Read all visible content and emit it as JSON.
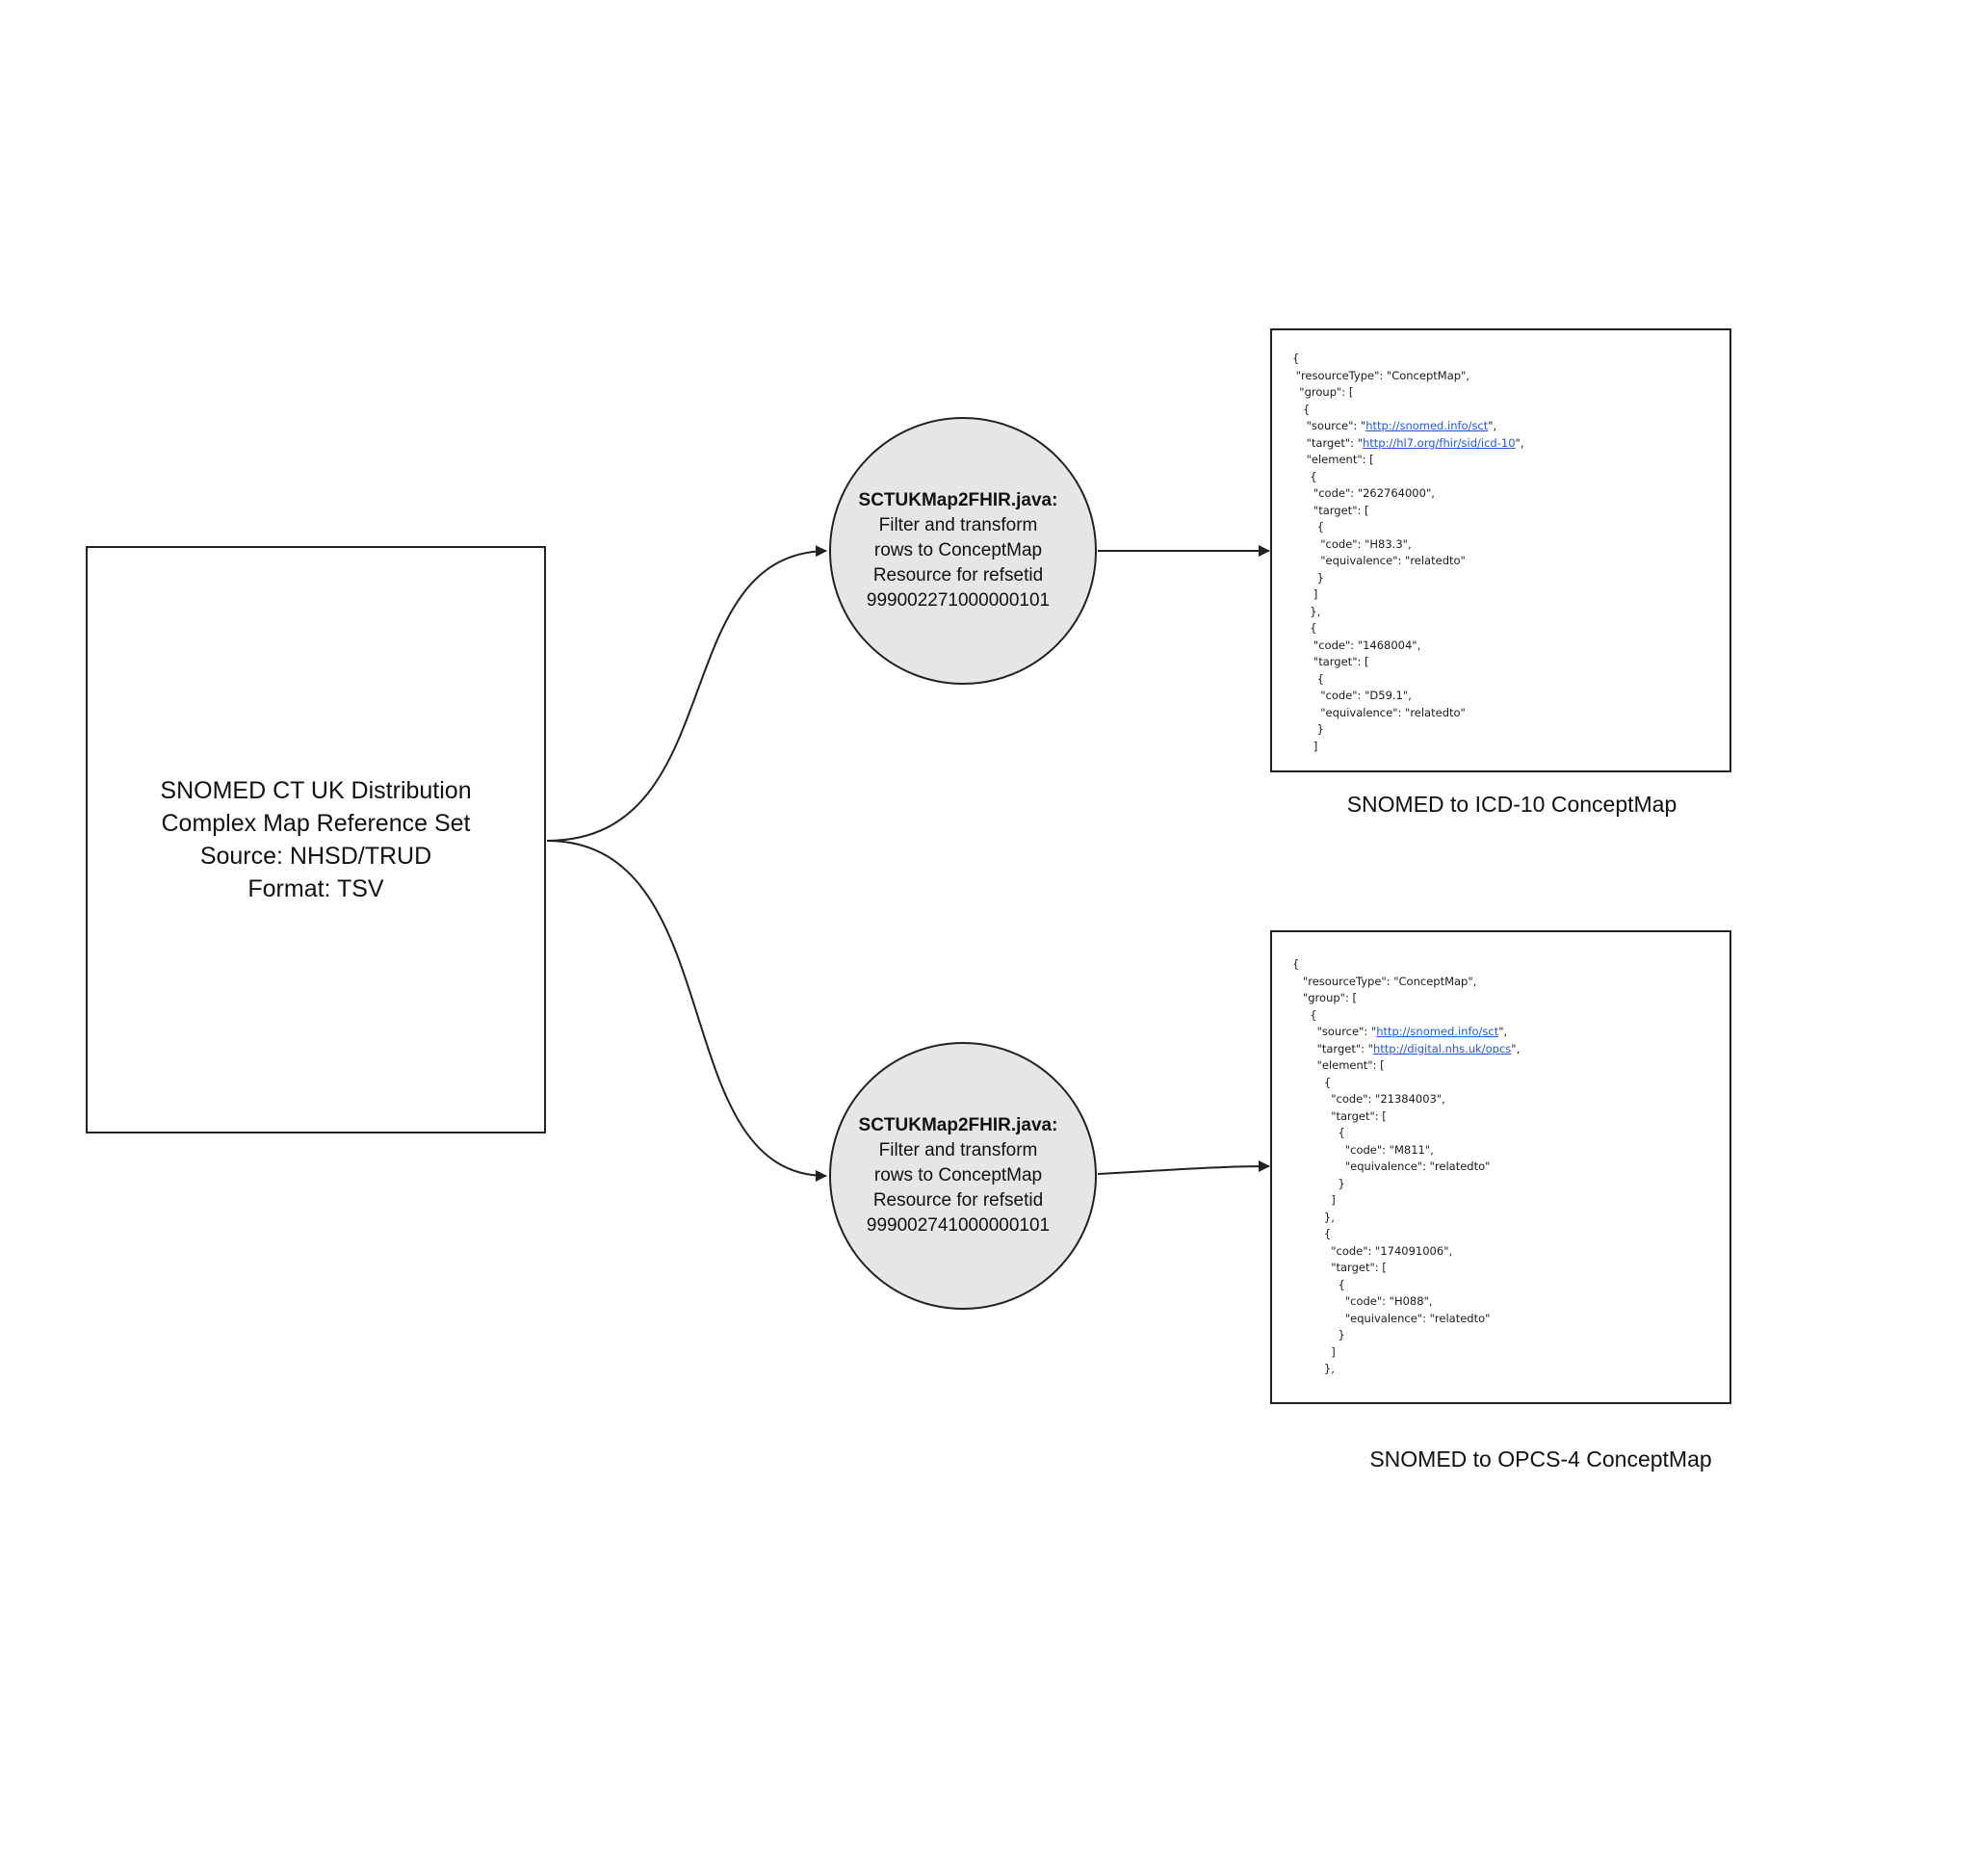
{
  "source_box": {
    "lines": [
      "SNOMED CT UK Distribution",
      "Complex Map Reference Set",
      "Source: NHSD/TRUD",
      "Format: TSV"
    ]
  },
  "processes": [
    {
      "title": "SCTUKMap2FHIR.java:",
      "lines": [
        "Filter and transform",
        "rows to ConceptMap",
        "Resource for refsetid",
        "999002271000000101"
      ]
    },
    {
      "title": "SCTUKMap2FHIR.java:",
      "lines": [
        "Filter and transform",
        "rows to ConceptMap",
        "Resource for refsetid",
        "999002741000000101"
      ]
    }
  ],
  "outputs": [
    {
      "caption": "SNOMED to ICD-10 ConceptMap",
      "source_url": "http://snomed.info/sct",
      "target_url": "http://hl7.org/fhir/sid/icd-10",
      "elements": [
        {
          "code": "262764000",
          "target_code": "H83.3",
          "equivalence": "relatedto"
        },
        {
          "code": "1468004",
          "target_code": "D59.1",
          "equivalence": "relatedto"
        }
      ]
    },
    {
      "caption": "SNOMED to OPCS-4 ConceptMap",
      "source_url": "http://snomed.info/sct",
      "target_url": "http://digital.nhs.uk/opcs",
      "elements": [
        {
          "code": "21384003",
          "target_code": "M811",
          "equivalence": "relatedto"
        },
        {
          "code": "174091006",
          "target_code": "H088",
          "equivalence": "relatedto"
        }
      ]
    }
  ],
  "colors": {
    "stroke": "#222222",
    "process_fill": "#e6e6e6",
    "link": "#1e5bd8"
  }
}
